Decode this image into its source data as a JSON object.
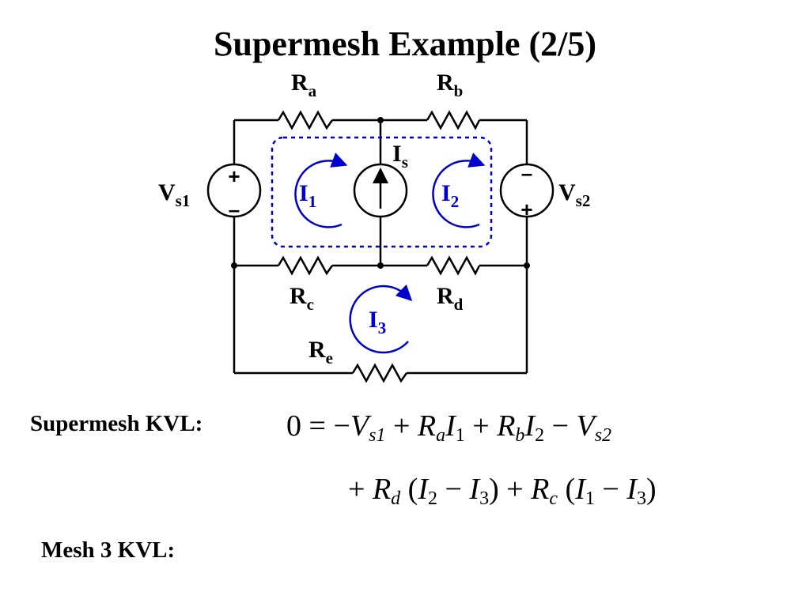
{
  "title": "Supermesh Example (2/5)",
  "circuit": {
    "resistors": [
      {
        "id": "a",
        "base": "R",
        "sub": "a"
      },
      {
        "id": "b",
        "base": "R",
        "sub": "b"
      },
      {
        "id": "c",
        "base": "R",
        "sub": "c"
      },
      {
        "id": "d",
        "base": "R",
        "sub": "d"
      },
      {
        "id": "e",
        "base": "R",
        "sub": "e"
      }
    ],
    "sources": {
      "vs1": {
        "base": "V",
        "sub": "s1",
        "plus": "+",
        "minus": "–"
      },
      "vs2": {
        "base": "V",
        "sub": "s2",
        "plus": "+",
        "minus": "–"
      },
      "is": {
        "base": "I",
        "sub": "s"
      }
    },
    "mesh_currents": [
      {
        "base": "I",
        "sub": "1"
      },
      {
        "base": "I",
        "sub": "2"
      },
      {
        "base": "I",
        "sub": "3"
      }
    ],
    "colors": {
      "wire": "#000000",
      "mesh": "#0000CC"
    }
  },
  "equations": {
    "supermesh_label": "Supermesh KVL:",
    "supermesh_line1": {
      "lhs": "0 = ",
      "t1_sign": "−",
      "t1": "V",
      "t1_sub": "s1",
      "t2_sign": " + ",
      "t2": "R",
      "t2_sub": "a",
      "t2b": "I",
      "t2b_sub": "1",
      "t3_sign": " + ",
      "t3": "R",
      "t3_sub": "b",
      "t3b": "I",
      "t3b_sub": "2",
      "t4_sign": " − ",
      "t4": "V",
      "t4_sub": "s2"
    },
    "supermesh_line2": {
      "t1_sign": "+ ",
      "t1": "R",
      "t1_sub": "d",
      "t1_paren": " (",
      "t1_a": "I",
      "t1_a_sub": "2",
      "t1_minus": " − ",
      "t1_b": "I",
      "t1_b_sub": "3",
      "t1_close": ")",
      "t2_sign": " + ",
      "t2": "R",
      "t2_sub": "c",
      "t2_paren": " (",
      "t2_a": "I",
      "t2_a_sub": "1",
      "t2_minus": " − ",
      "t2_b": "I",
      "t2_b_sub": "3",
      "t2_close": ")"
    },
    "mesh3_label": "Mesh 3 KVL:"
  }
}
